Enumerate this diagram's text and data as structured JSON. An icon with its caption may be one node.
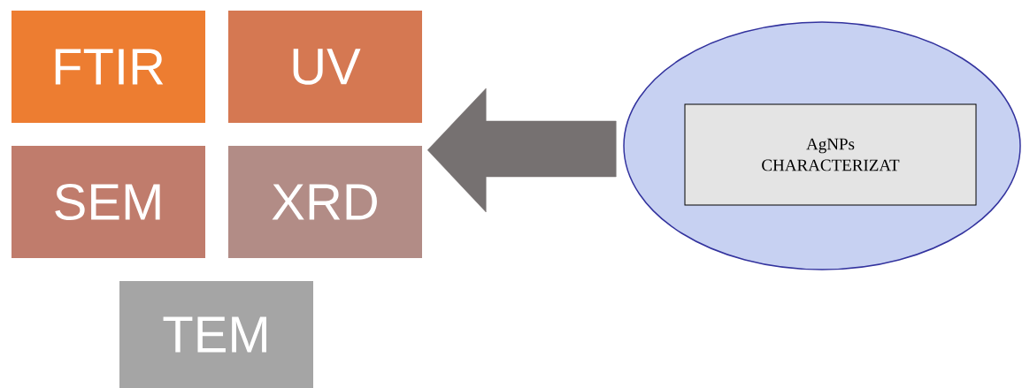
{
  "diagram": {
    "nodes": [
      {
        "text": [
          "FTIR"
        ]
      },
      {
        "text": [
          "UV"
        ]
      },
      {
        "text": [
          "SEM"
        ]
      },
      {
        "text": [
          "XRD"
        ]
      },
      {
        "text": [
          "TEM"
        ]
      },
      {
        "text": [],
        "shape": "ellipse"
      },
      {
        "text": [
          "AgNPs CHARACTERIZAT"
        ],
        "in": 5
      }
    ],
    "edges": [
      {
        "from": 5,
        "to": 3,
        "arrow": "to",
        "style": "thick"
      }
    ]
  }
}
